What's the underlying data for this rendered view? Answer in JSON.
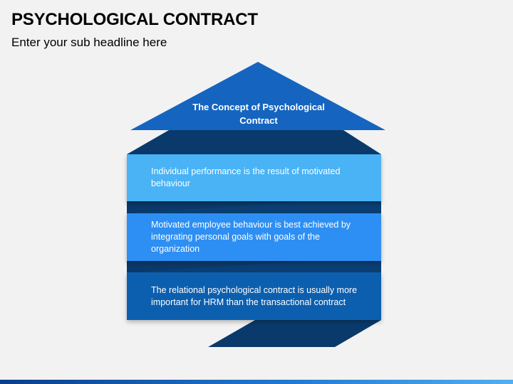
{
  "header": {
    "title": "PSYCHOLOGICAL CONTRACT",
    "subtitle": "Enter your sub headline here"
  },
  "diagram": {
    "heading": "The Concept of Psychological Contract",
    "items": [
      {
        "text": "Individual performance is the result of motivated behaviour",
        "color": "#49b3f5"
      },
      {
        "text": "Motivated employee behaviour is best achieved by integrating personal goals with goals of the organization",
        "color": "#2d8ff3"
      },
      {
        "text": "The relational psychological contract is usually more important for HRM than the transactional contract",
        "color": "#0c5fae"
      }
    ],
    "colors": {
      "arrow_head": "#1565c0",
      "ribbon_dark": "#0a3a6b",
      "background": "#f2f2f2"
    }
  }
}
